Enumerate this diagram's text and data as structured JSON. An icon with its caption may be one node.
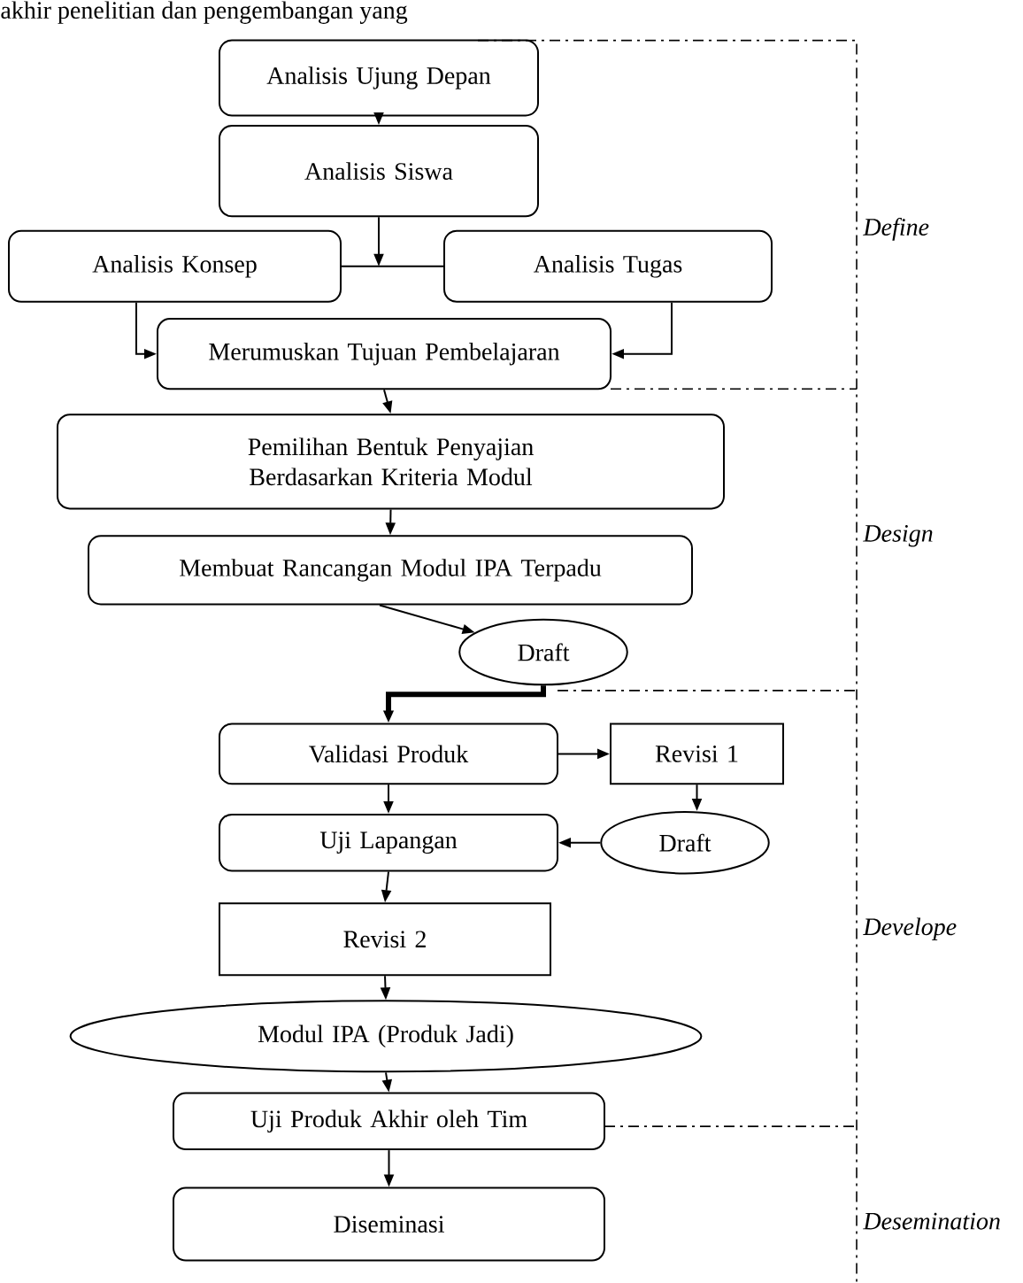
{
  "diagram": {
    "nodes": [
      {
        "text": [
          "Analisis Ujung Depan"
        ]
      },
      {
        "text": [
          "Analisis Siswa"
        ]
      },
      {
        "text": [
          "Analisis Konsep"
        ]
      },
      {
        "text": [
          "Analisis Tugas"
        ]
      },
      {
        "text": [
          "Merumuskan Tujuan Pembelajaran"
        ]
      },
      {
        "text": [
          "Pemilihan Bentuk Penyajian Berdasarkan Kriteria Modul"
        ]
      },
      {
        "text": [
          "Membuat Rancangan Modul IPA Terpadu"
        ]
      },
      {
        "text": [
          "Draft"
        ]
      },
      {
        "text": [
          "Validasi Produk"
        ]
      },
      {
        "text": [
          "Revisi 1"
        ]
      },
      {
        "text": [
          "Uji Lapangan"
        ]
      },
      {
        "text": [
          "Draft"
        ]
      },
      {
        "text": [
          "Revisi 2"
        ]
      },
      {
        "text": [
          "Modul IPA (Produk Jadi)"
        ]
      },
      {
        "text": [
          "Uji Produk Akhir oleh Tim"
        ]
      },
      {
        "text": [
          "Diseminasi"
        ]
      }
    ],
    "edges": [
      {
        "from": 0,
        "to": 1,
        "arrow": "to"
      },
      {
        "from": 1,
        "to": null,
        "arrow": "to"
      },
      {
        "from": 2,
        "to": 3,
        "arrow": "none"
      },
      {
        "from": 2,
        "to": 4,
        "arrow": "to"
      },
      {
        "from": 3,
        "to": 4,
        "arrow": "to"
      },
      {
        "from": 4,
        "to": 5,
        "arrow": "to"
      },
      {
        "from": 5,
        "to": 6,
        "arrow": "to"
      },
      {
        "from": 6,
        "to": 7,
        "arrow": "to"
      },
      {
        "from": 7,
        "to": 8,
        "arrow": "to",
        "style": "thick"
      },
      {
        "from": 8,
        "to": 9,
        "arrow": "to"
      },
      {
        "from": 9,
        "to": 11,
        "arrow": "to"
      },
      {
        "from": 11,
        "to": 10,
        "arrow": "to"
      },
      {
        "from": 8,
        "to": 10,
        "arrow": "to"
      },
      {
        "from": 10,
        "to": 12,
        "arrow": "to"
      },
      {
        "from": 12,
        "to": 13,
        "arrow": "to"
      },
      {
        "from": 13,
        "to": 14,
        "arrow": "to"
      },
      {
        "from": 14,
        "to": 15,
        "arrow": "to"
      }
    ],
    "labels": [
      "akhir penelitian dan pengembangan yang",
      "Define",
      "Design",
      "Develope",
      "Desemination"
    ]
  }
}
